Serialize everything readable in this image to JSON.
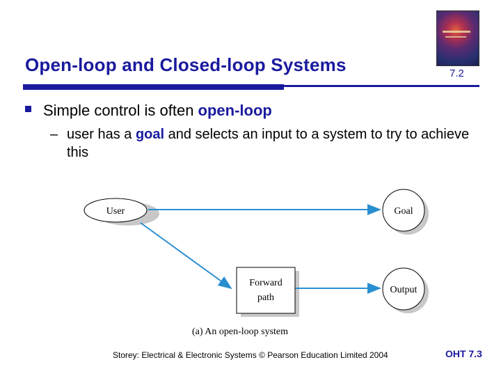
{
  "slide": {
    "title": "Open-loop and Closed-loop Systems",
    "section_number": "7.2",
    "bullet": {
      "prefix": "Simple control is often ",
      "highlight": "open-loop"
    },
    "sub_bullet": {
      "dash": "–",
      "part1": "user has a ",
      "highlight": "goal",
      "part2": " and selects an input to a system to try to achieve this"
    }
  },
  "diagram": {
    "nodes": {
      "user": "User",
      "goal": "Goal",
      "forward_path_line1": "Forward",
      "forward_path_line2": "path",
      "output": "Output"
    },
    "caption": "(a) An open-loop system"
  },
  "footer": {
    "credit": "Storey: Electrical & Electronic Systems © Pearson Education Limited 2004",
    "page_label": "OHT 7.3"
  },
  "colors": {
    "accent": "#1a1a9e",
    "arrow": "#2a8fd0"
  }
}
